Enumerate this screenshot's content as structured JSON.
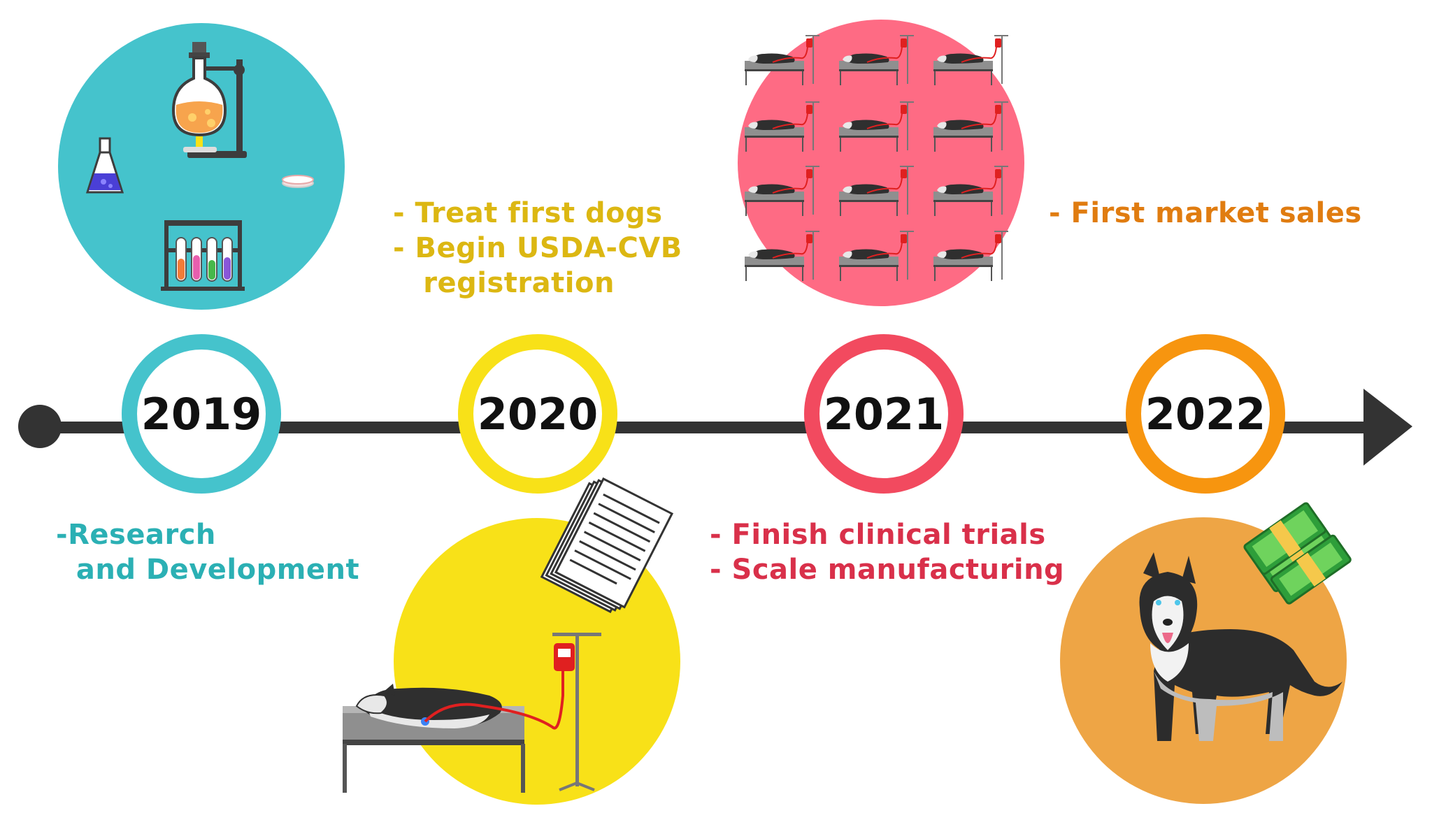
{
  "colors": {
    "axis": "#333333",
    "c2019": "#45c3cc",
    "c2020": "#f8e118",
    "c2021": "#f24a5f",
    "c2022": "#f7950f",
    "text2019": "#2bb0b4",
    "text2020": "#dcb712",
    "text2021": "#d9304a",
    "text2022": "#e07c10",
    "pink_circle": "#fe6b84",
    "orange_circle": "#eea545"
  },
  "milestones": [
    {
      "year": "2019",
      "notes": [
        "-Research",
        "  and Development"
      ]
    },
    {
      "year": "2020",
      "notes": [
        "- Treat first dogs",
        "- Begin USDA-CVB",
        "   registration"
      ]
    },
    {
      "year": "2021",
      "notes": [
        "- Finish clinical trials",
        "- Scale manufacturing"
      ]
    },
    {
      "year": "2022",
      "notes": [
        "- First market sales"
      ]
    }
  ],
  "icons": {
    "lab": "laboratory-glassware-icon",
    "treatment": "dog-iv-treatment-icon",
    "documents": "paper-stack-icon",
    "trials": "multiple-dog-trials-icon",
    "husky": "husky-dog-icon",
    "money": "money-stack-icon"
  }
}
